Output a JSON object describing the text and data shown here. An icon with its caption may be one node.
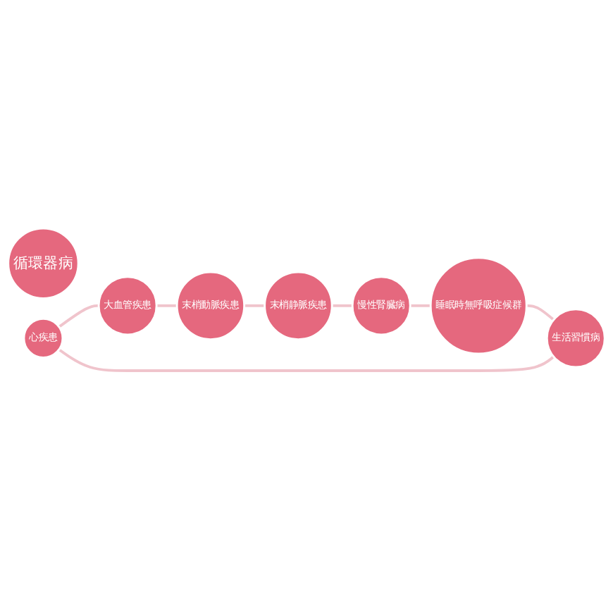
{
  "diagram": {
    "nodes": [
      {
        "text": [
          "循環器病"
        ]
      },
      {
        "text": [
          "心疾患"
        ]
      },
      {
        "text": [
          "大血管疾患"
        ]
      },
      {
        "text": [
          "末梢動脈疾患"
        ]
      },
      {
        "text": [
          "末梢静脈疾患"
        ]
      },
      {
        "text": [
          "慢性腎臓病"
        ]
      },
      {
        "text": [
          "睡眠時無呼吸症候群"
        ]
      },
      {
        "text": [
          "生活習慣病"
        ]
      }
    ],
    "edges": [
      {
        "from": 1,
        "to": 2,
        "arrow": "none"
      },
      {
        "from": 2,
        "to": 3,
        "arrow": "none"
      },
      {
        "from": 3,
        "to": 4,
        "arrow": "none"
      },
      {
        "from": 4,
        "to": 5,
        "arrow": "none"
      },
      {
        "from": 5,
        "to": 6,
        "arrow": "none"
      },
      {
        "from": 6,
        "to": 7,
        "arrow": "none"
      },
      {
        "from": 7,
        "to": 1,
        "arrow": "none"
      }
    ]
  }
}
